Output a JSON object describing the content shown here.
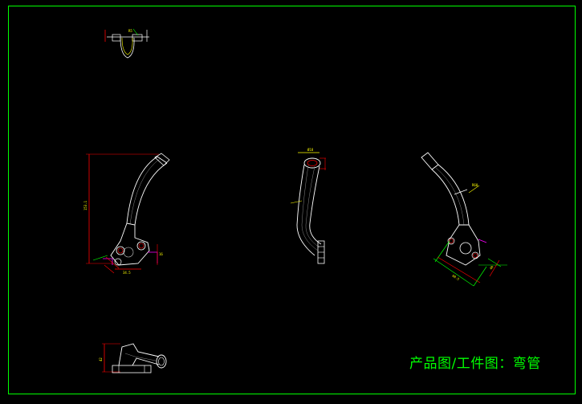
{
  "drawing": {
    "caption": "产品图/工件图：弯管",
    "colors": {
      "background": "#000000",
      "border": "#00ff00",
      "outline": "#ffffff",
      "dimension": "#ff0000",
      "dimension_text": "#ffff00",
      "leader": "#00ff00",
      "note": "#ff00ff"
    },
    "views": [
      {
        "name": "top-view"
      },
      {
        "name": "front-view"
      },
      {
        "name": "side-view"
      },
      {
        "name": "iso-view"
      },
      {
        "name": "bottom-view"
      }
    ]
  }
}
